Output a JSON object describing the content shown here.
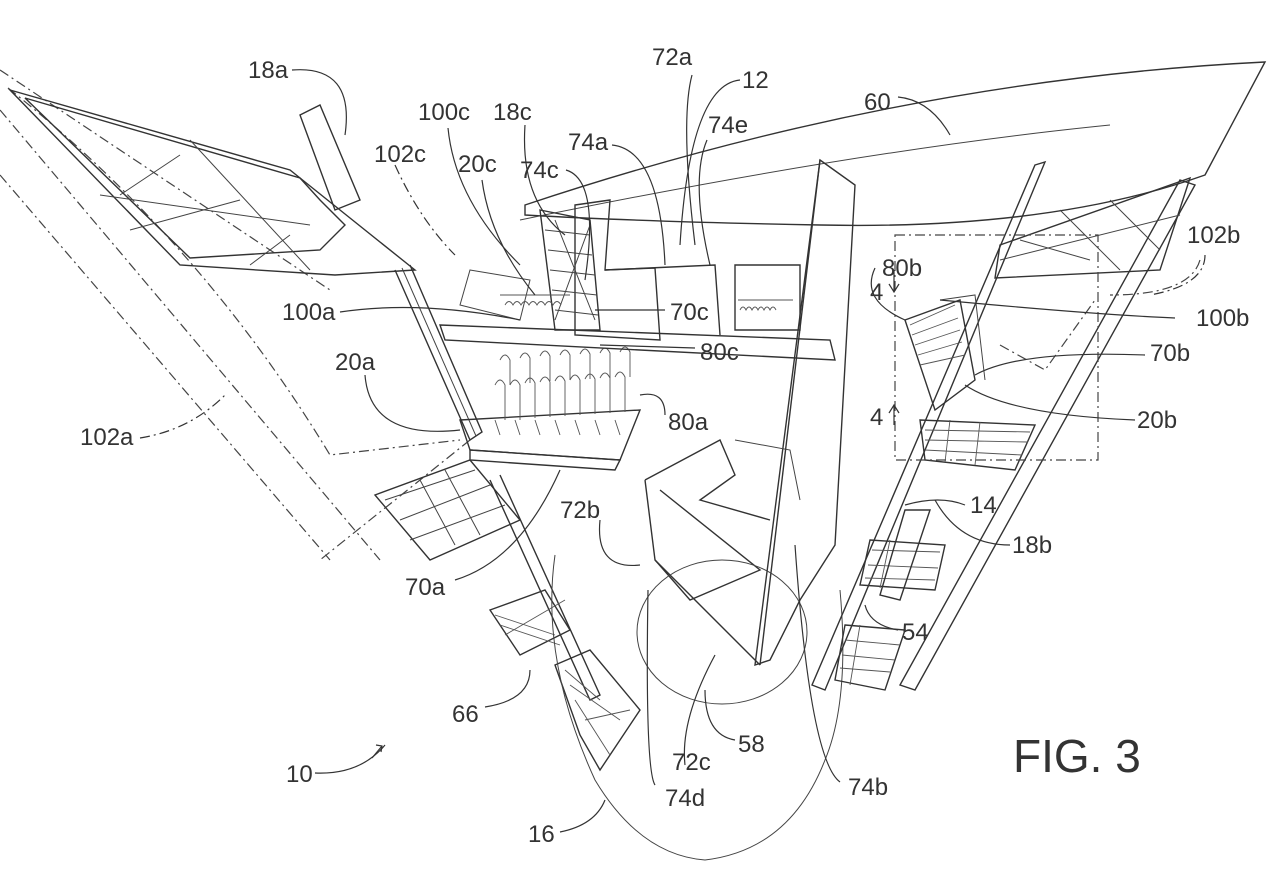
{
  "figure": {
    "title": "FIG. 3",
    "section_marks": [
      "4",
      "4"
    ],
    "reference_numerals": [
      {
        "id": "18a",
        "text": "18a"
      },
      {
        "id": "72a",
        "text": "72a"
      },
      {
        "id": "12",
        "text": "12"
      },
      {
        "id": "60",
        "text": "60"
      },
      {
        "id": "100c",
        "text": "100c"
      },
      {
        "id": "18c",
        "text": "18c"
      },
      {
        "id": "74a",
        "text": "74a"
      },
      {
        "id": "74e",
        "text": "74e"
      },
      {
        "id": "102c",
        "text": "102c"
      },
      {
        "id": "20c",
        "text": "20c"
      },
      {
        "id": "74c",
        "text": "74c"
      },
      {
        "id": "102b",
        "text": "102b"
      },
      {
        "id": "80b",
        "text": "80b"
      },
      {
        "id": "100a",
        "text": "100a"
      },
      {
        "id": "70c",
        "text": "70c"
      },
      {
        "id": "100b",
        "text": "100b"
      },
      {
        "id": "80c",
        "text": "80c"
      },
      {
        "id": "70b",
        "text": "70b"
      },
      {
        "id": "20a",
        "text": "20a"
      },
      {
        "id": "80a",
        "text": "80a"
      },
      {
        "id": "20b",
        "text": "20b"
      },
      {
        "id": "102a",
        "text": "102a"
      },
      {
        "id": "14",
        "text": "14"
      },
      {
        "id": "72b",
        "text": "72b"
      },
      {
        "id": "18b",
        "text": "18b"
      },
      {
        "id": "70a",
        "text": "70a"
      },
      {
        "id": "54",
        "text": "54"
      },
      {
        "id": "66",
        "text": "66"
      },
      {
        "id": "58",
        "text": "58"
      },
      {
        "id": "72c",
        "text": "72c"
      },
      {
        "id": "10",
        "text": "10"
      },
      {
        "id": "74b",
        "text": "74b"
      },
      {
        "id": "74d",
        "text": "74d"
      },
      {
        "id": "16",
        "text": "16"
      }
    ]
  }
}
